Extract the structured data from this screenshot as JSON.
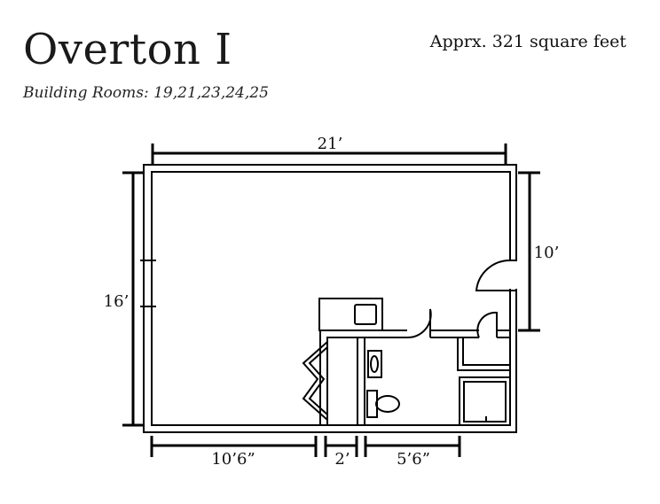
{
  "header": {
    "title": "Overton I",
    "subtitle": "Building Rooms: 19,21,23,24,25",
    "area": "Apprx. 321 square feet"
  },
  "dimensions": {
    "top_width": "21’",
    "left_height": "16’",
    "right_height": "10’",
    "bottom_left": "10’6”",
    "bottom_middle": "2’",
    "bottom_right": "5’6”"
  }
}
